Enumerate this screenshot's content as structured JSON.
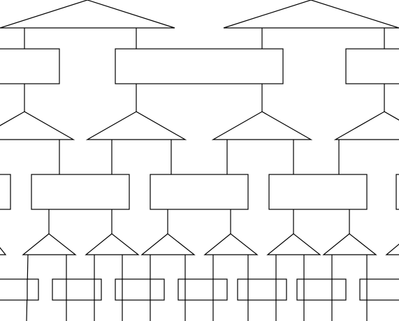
{
  "diagram": {
    "kind": "tree-of-gates",
    "levels": [
      {
        "row": 1,
        "triangles": 2,
        "boxes": 0
      },
      {
        "row": 2,
        "triangles": 0,
        "boxes": 3
      },
      {
        "row": 3,
        "triangles": 4,
        "boxes": 0
      },
      {
        "row": 4,
        "triangles": 0,
        "boxes": 5
      },
      {
        "row": 5,
        "triangles": 8,
        "boxes": 0
      },
      {
        "row": 6,
        "triangles": 0,
        "boxes": 7
      }
    ],
    "labels": []
  }
}
